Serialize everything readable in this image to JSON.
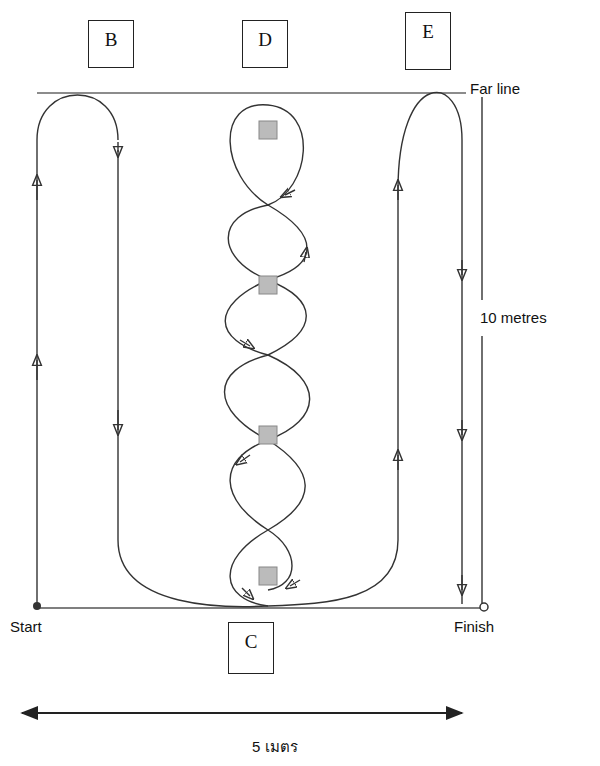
{
  "diagram": {
    "nodes": [
      {
        "text": [
          "B"
        ]
      },
      {
        "text": [
          "D"
        ]
      },
      {
        "text": [
          "E"
        ]
      },
      {
        "text": [
          "C"
        ]
      }
    ],
    "labels": [
      "Far line",
      "10 metres",
      "Start",
      "Finish",
      "5 เมตร"
    ]
  }
}
